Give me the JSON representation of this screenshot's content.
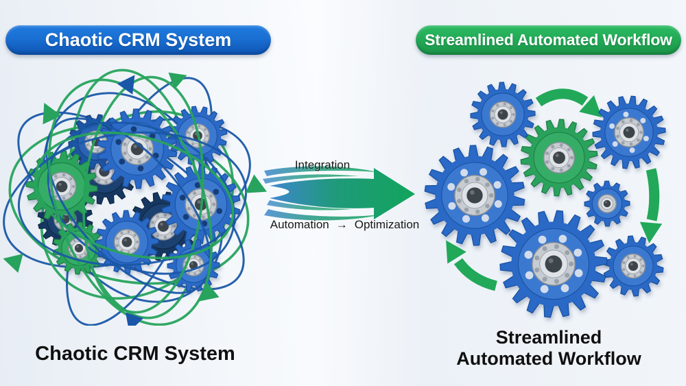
{
  "header": {
    "left_banner": "Chaotic CRM System",
    "right_banner": "Streamlined Automated Workflow"
  },
  "center": {
    "top_label": "Integration",
    "bottom_label_left": "Automation",
    "bottom_label_arrow": "→",
    "bottom_label_right": "Optimization"
  },
  "captions": {
    "left": "Chaotic CRM System",
    "right_line1": "Streamlined",
    "right_line2": "Automated Workflow"
  },
  "illustrations": {
    "left_alt": "Tangled cluster of blue and green gears wrapped in chaotic swirling arrow loops",
    "right_alt": "Neatly meshed blue and green gears connected by orderly green arrows",
    "center_alt": "Swoosh arrow blending from blue to green pointing right"
  },
  "colors": {
    "banner_blue": "#1a6fd2",
    "banner_blue_dark": "#0d54b4",
    "banner_green": "#23ab57",
    "banner_green_dark": "#1b9449",
    "gear_blue": "#2a69c5",
    "gear_blue_dark": "#194f9e",
    "gear_blue_disc": "#3b79d0",
    "gear_blue_hole_dark": "#143c77",
    "gear_blue_hole_light": "#d3dcec",
    "gear_green": "#2ca25c",
    "gear_green_dark": "#1d7a43",
    "gear_green_disc": "#36ad66",
    "gear_green_hole": "#156033",
    "gear_navy": "#16375f",
    "gear_navy_dark": "#0d2543",
    "gear_navy_disc": "#1b4170",
    "line_blue": "#1a57a8",
    "line_green": "#27a35d",
    "arrow_green": "#22a859",
    "swoosh_blue": "#3f86cf",
    "swoosh_teal": "#1f9a7a",
    "swoosh_green": "#12a45c",
    "hub_silver": "#c7ccd2",
    "hub_ring": "#878e96",
    "hub_light": "#dfe2e6",
    "hub_bore": "#3e444b",
    "text_dark": "#101010"
  }
}
